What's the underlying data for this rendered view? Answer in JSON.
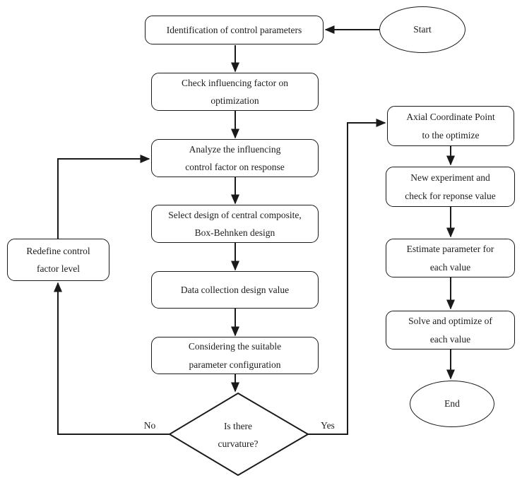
{
  "diagram": {
    "nodes": {
      "start": "Start",
      "identification": "Identification of control parameters",
      "check_influencing": "Check influencing factor on\noptimization",
      "analyze_influencing": "Analyze the influencing\ncontrol factor on response",
      "select_design": "Select design of central composite,\nBox-Behnken design",
      "data_collection": "Data collection design value",
      "considering_suitable": "Considering the suitable\nparameter configuration",
      "curvature_decision": "Is there\ncurvature?",
      "redefine_control": "Redefine control\nfactor level",
      "axial_coordinate": "Axial Coordinate Point\nto the optimize",
      "new_experiment": "New experiment and\ncheck for reponse value",
      "estimate_parameter": "Estimate parameter for\neach value",
      "solve_optimize": "Solve and optimize of\neach value",
      "end": "End"
    },
    "edge_labels": {
      "no": "No",
      "yes": "Yes"
    },
    "colors": {
      "stroke": "#1a1a1a",
      "text": "#1c1c1c",
      "background": "#ffffff"
    }
  }
}
